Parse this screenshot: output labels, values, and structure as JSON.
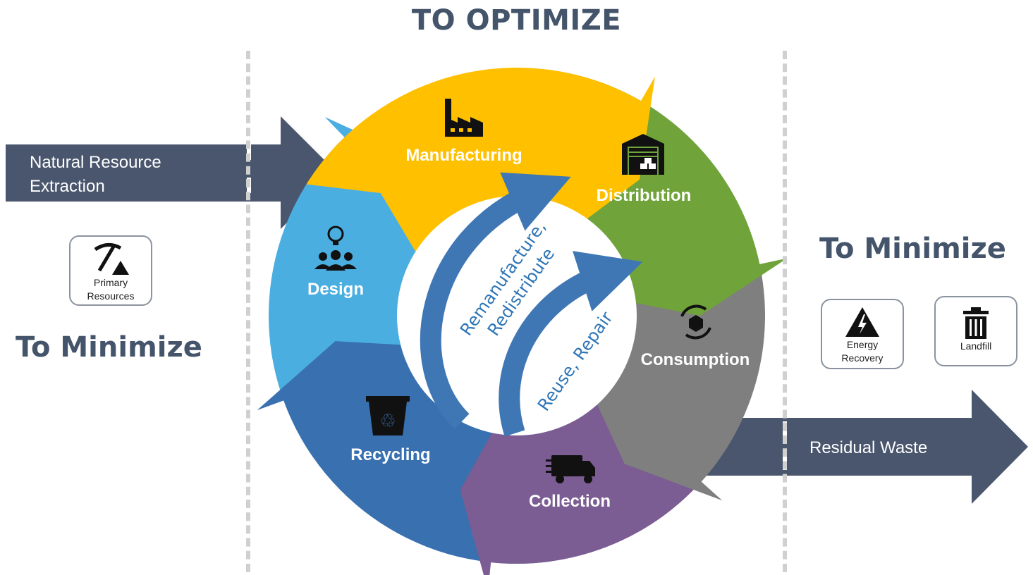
{
  "title": "TO OPTIMIZE",
  "left_heading": "To Minimize",
  "right_heading": "To Minimize",
  "input_arrow": {
    "line1": "Natural Resource",
    "line2": "Extraction"
  },
  "output_arrow": {
    "label": "Residual Waste"
  },
  "stages": [
    {
      "name": "Manufacturing",
      "icon": "factory-icon",
      "color": "#ffc000"
    },
    {
      "name": "Distribution",
      "icon": "warehouse-icon",
      "color": "#70a33a"
    },
    {
      "name": "Consumption",
      "icon": "consumption-cycle-icon",
      "color": "#7f7f7f"
    },
    {
      "name": "Collection",
      "icon": "truck-icon",
      "color": "#7b5c93"
    },
    {
      "name": "Recycling",
      "icon": "recycle-bin-icon",
      "color": "#3870b0"
    },
    {
      "name": "Design",
      "icon": "team-idea-icon",
      "color": "#4aaee0"
    }
  ],
  "inner_loops": [
    {
      "line1": "Remanufacture,",
      "line2": "Redistribute"
    },
    {
      "line1": "Reuse, Repair"
    }
  ],
  "boxes": {
    "primary": {
      "line1": "Primary",
      "line2": "Resources",
      "icon": "pickaxe-icon"
    },
    "energy": {
      "line1": "Energy",
      "line2": "Recovery",
      "icon": "high-voltage-icon"
    },
    "landfill": {
      "line1": "Landfill",
      "icon": "trash-bin-icon"
    }
  },
  "colors": {
    "arrow": "#4a566d",
    "heading": "#44546a",
    "inner_arrow": "#3f77b5"
  }
}
